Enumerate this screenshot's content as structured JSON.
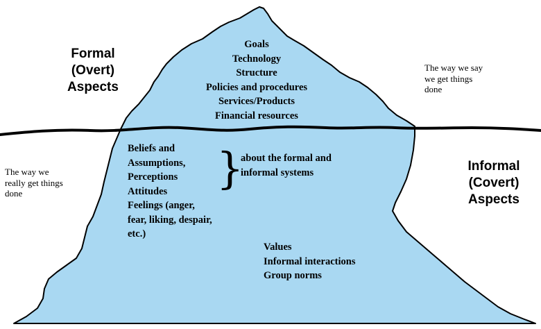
{
  "formal_label": [
    "Formal",
    "(Overt)",
    "Aspects"
  ],
  "informal_label": [
    "Informal",
    "(Covert)",
    "Aspects"
  ],
  "above_water_items": [
    "Goals",
    "Technology",
    "Structure",
    "Policies and procedures",
    "Services/Products",
    "Financial resources"
  ],
  "formal_note": [
    "The way we say",
    "we get things",
    "done"
  ],
  "informal_note": [
    "The way we",
    "really get things",
    "done"
  ],
  "below_water_items": [
    "Beliefs and",
    "Assumptions,",
    "Perceptions",
    "Attitudes",
    "Feelings (anger,",
    "fear, liking, despair,",
    "etc.)"
  ],
  "brace_glyph": "}",
  "brace_note": [
    "about the formal and",
    "informal systems"
  ],
  "deep_items": [
    "Values",
    "Informal interactions",
    "Group norms"
  ],
  "colors": {
    "iceberg_fill": "#a9d8f2",
    "outline": "#000000",
    "waterline": "#000000"
  }
}
